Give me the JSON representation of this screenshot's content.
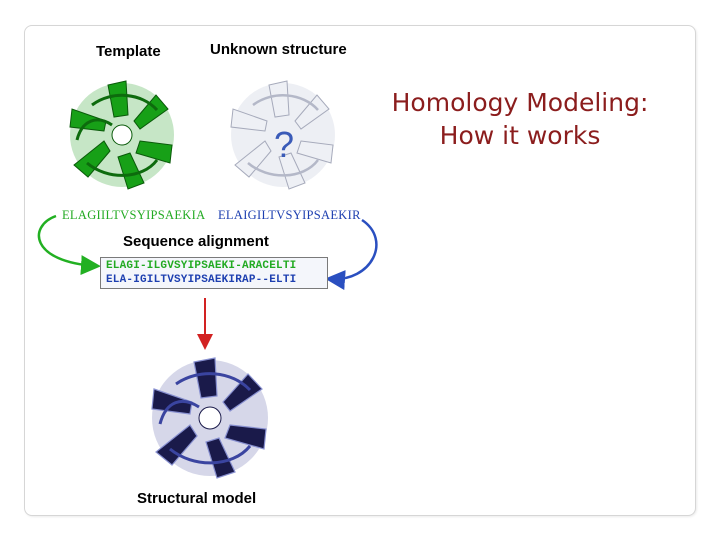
{
  "slide": {
    "title_line1": "Homology Modeling:",
    "title_line2": "How it works"
  },
  "diagram": {
    "template_label": "Template",
    "unknown_label": "Unknown structure",
    "unknown_mark": "?",
    "template_sequence": "ELAGIILTVSYIPSAEKIA",
    "unknown_sequence": "ELAIGILTVSYIPSAEKIR",
    "alignment_label": "Sequence alignment",
    "alignment_line1": "ELAGI-ILGVSYIPSAEKI-ARACELTI",
    "alignment_line2": "ELA-IGILTVSYIPSAEKIRAP--ELTI",
    "model_label": "Structural model"
  },
  "colors": {
    "title": "#8b1d1d",
    "template_protein": "#1fa81f",
    "unknown_protein": "#c9ccd8",
    "model_protein": "#1a1a5a",
    "template_text": "#22aa22",
    "unknown_text": "#1d3fb0",
    "arrow_green": "#22b022",
    "arrow_blue": "#2a4fc0",
    "arrow_red": "#d22222"
  }
}
